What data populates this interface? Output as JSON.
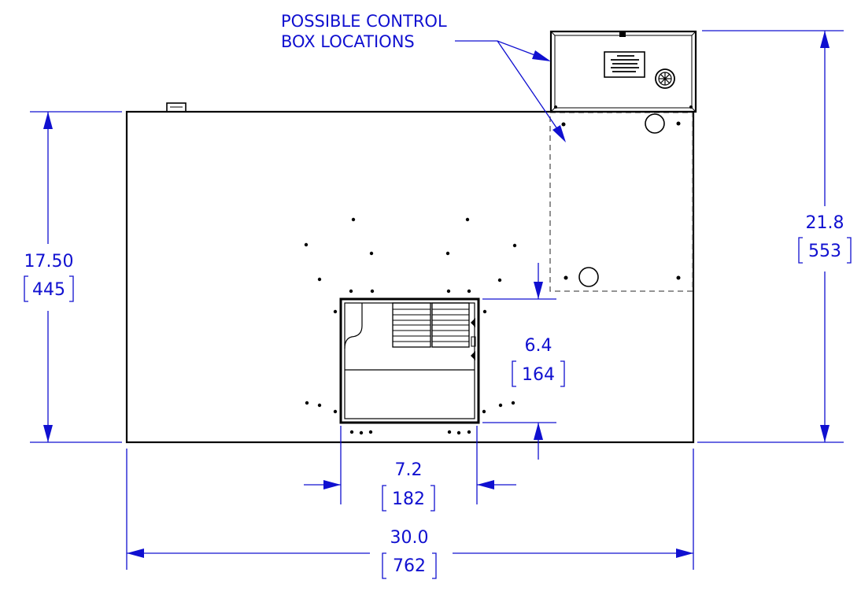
{
  "note": {
    "line1": "POSSIBLE CONTROL",
    "line2": "BOX LOCATIONS"
  },
  "dimensions": {
    "overall_height": {
      "inch": "17.50",
      "mm": "445"
    },
    "with_box_height": {
      "inch": "21.8",
      "mm": "553"
    },
    "opening_height": {
      "inch": "6.4",
      "mm": "164"
    },
    "opening_width": {
      "inch": "7.2",
      "mm": "182"
    },
    "overall_width": {
      "inch": "30.0",
      "mm": "762"
    }
  },
  "colors": {
    "dimension": "#1010d0",
    "outline": "#000000"
  }
}
